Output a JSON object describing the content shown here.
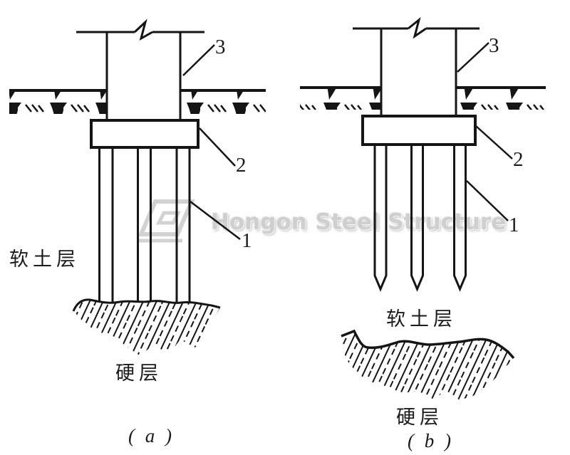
{
  "watermark": {
    "text": "Hongon Steel Structure",
    "logo": "hongon-parallelogram-logo"
  },
  "figure": {
    "diagram_a": {
      "caption": "( a )",
      "soft_soil_label": "软土层",
      "hard_layer_label": "硬层",
      "callout_pile": "1",
      "callout_pile_cap": "2",
      "callout_column": "3"
    },
    "diagram_b": {
      "caption": "( b )",
      "soft_soil_label": "软土层",
      "hard_layer_label": "硬层",
      "callout_pile": "1",
      "callout_pile_cap": "2",
      "callout_column": "3"
    }
  },
  "colors": {
    "line": "#151515",
    "background": "#fefefe",
    "watermark": "#cfcfcf"
  }
}
